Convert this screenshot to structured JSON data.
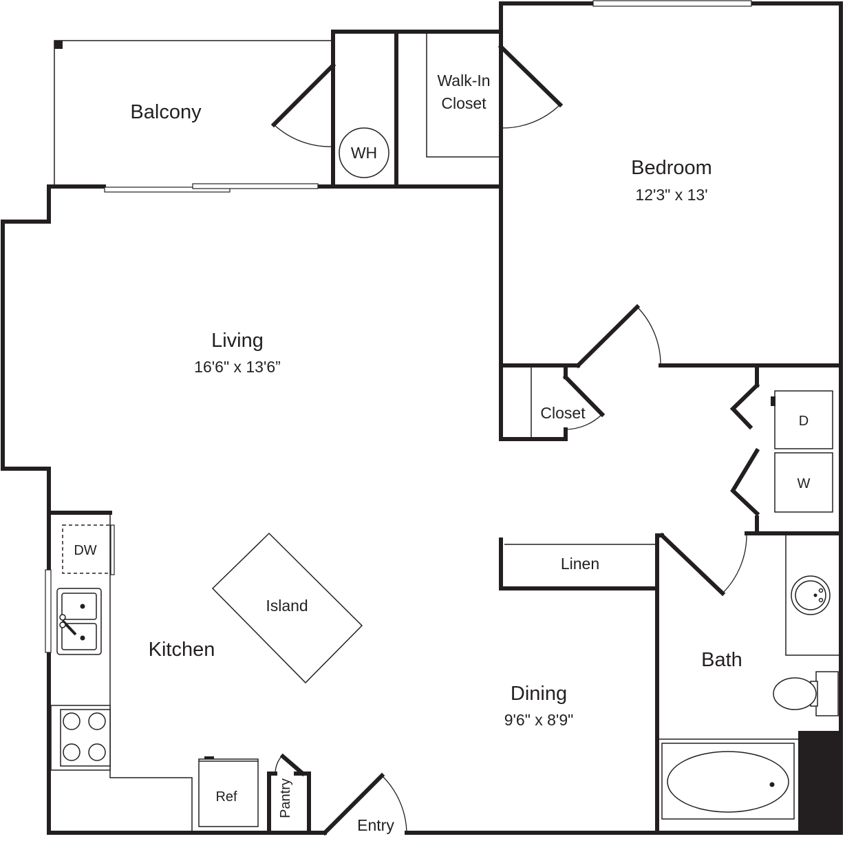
{
  "floor_plan": {
    "rooms": {
      "balcony": {
        "name": "Balcony"
      },
      "walk_in_closet": {
        "line1": "Walk-In",
        "line2": "Closet"
      },
      "bedroom": {
        "name": "Bedroom",
        "size": "12'3\" x 13'"
      },
      "living": {
        "name": "Living",
        "size": "16'6\" x 13'6”"
      },
      "closet": {
        "name": "Closet"
      },
      "linen": {
        "name": "Linen"
      },
      "kitchen": {
        "name": "Kitchen"
      },
      "dining": {
        "name": "Dining",
        "size": "9'6\" x 8'9\""
      },
      "bath": {
        "name": "Bath"
      },
      "pantry": {
        "name": "Pantry"
      },
      "entry": {
        "name": "Entry"
      }
    },
    "fixtures": {
      "water_heater": "WH",
      "dishwasher": "DW",
      "island": "Island",
      "refrigerator": "Ref",
      "dryer": "D",
      "washer": "W"
    },
    "colors": {
      "ink": "#231f20",
      "background": "#ffffff"
    }
  }
}
